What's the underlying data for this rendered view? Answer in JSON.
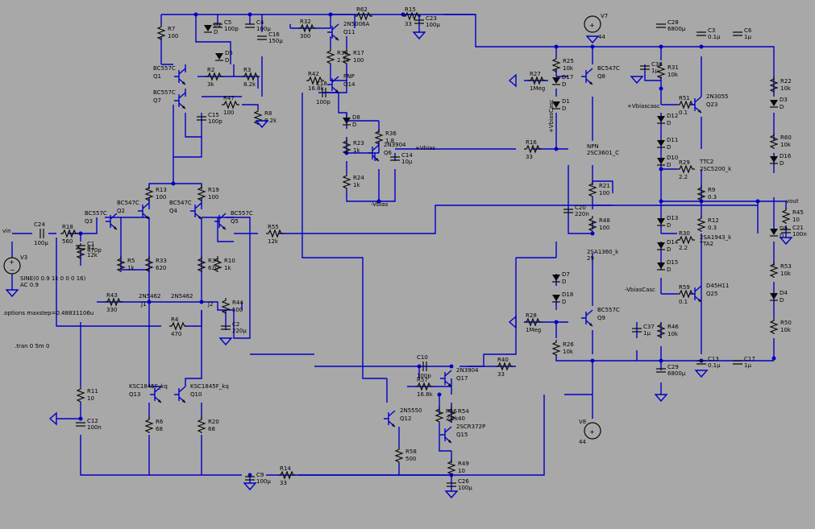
{
  "resistors": [
    {
      "ref": "R7",
      "val": "100"
    },
    {
      "ref": "R32",
      "val": "300"
    },
    {
      "ref": "R62",
      "val": ""
    },
    {
      "ref": "R15",
      "val": "33"
    },
    {
      "ref": "R38",
      "val": "2.2k"
    },
    {
      "ref": "R17",
      "val": "100"
    },
    {
      "ref": "R2",
      "val": "3k"
    },
    {
      "ref": "R3",
      "val": "8.2k"
    },
    {
      "ref": "R42",
      "val": "16.8k"
    },
    {
      "ref": "R47",
      "val": "100"
    },
    {
      "ref": "R8",
      "val": "8.2k"
    },
    {
      "ref": "R36",
      "val": "1.8"
    },
    {
      "ref": "R23",
      "val": "1k"
    },
    {
      "ref": "R24",
      "val": "1k"
    },
    {
      "ref": "R25",
      "val": "10k"
    },
    {
      "ref": "R27",
      "val": "1Meg"
    },
    {
      "ref": "R31",
      "val": "10k"
    },
    {
      "ref": "R51",
      "val": "0.1"
    },
    {
      "ref": "R22",
      "val": "10k"
    },
    {
      "ref": "R16",
      "val": "33"
    },
    {
      "ref": "R29",
      "val": "2.2"
    },
    {
      "ref": "R60",
      "val": "10k"
    },
    {
      "ref": "R9",
      "val": "0.3"
    },
    {
      "ref": "R21",
      "val": "100"
    },
    {
      "ref": "R48",
      "val": "100"
    },
    {
      "ref": "R12",
      "val": "0.3"
    },
    {
      "ref": "R45",
      "val": "10"
    },
    {
      "ref": "R30",
      "val": "2.2"
    },
    {
      "ref": "R13",
      "val": "100"
    },
    {
      "ref": "R19",
      "val": "100"
    },
    {
      "ref": "R18",
      "val": "560"
    },
    {
      "ref": "R1",
      "val": "12k"
    },
    {
      "ref": "R55",
      "val": "12k"
    },
    {
      "ref": "R5",
      "val": "1k"
    },
    {
      "ref": "R33",
      "val": "620"
    },
    {
      "ref": "R34",
      "val": "620"
    },
    {
      "ref": "R10",
      "val": "1k"
    },
    {
      "ref": "R53",
      "val": "10k"
    },
    {
      "ref": "R59",
      "val": "0.1"
    },
    {
      "ref": "R43",
      "val": "330"
    },
    {
      "ref": "R44",
      "val": "500"
    },
    {
      "ref": "R4",
      "val": "470"
    },
    {
      "ref": "R28",
      "val": "1Meg"
    },
    {
      "ref": "R46",
      "val": "10k"
    },
    {
      "ref": "R50",
      "val": "10k"
    },
    {
      "ref": "R26",
      "val": "10k"
    },
    {
      "ref": "R11",
      "val": "10"
    },
    {
      "ref": "R40",
      "val": "33"
    },
    {
      "ref": "R57",
      "val": "16.8k"
    },
    {
      "ref": "R56",
      "val": "2.2k"
    },
    {
      "ref": "R54",
      "val": "40"
    },
    {
      "ref": "R6",
      "val": "68"
    },
    {
      "ref": "R20",
      "val": "68"
    },
    {
      "ref": "R58",
      "val": "500"
    },
    {
      "ref": "R49",
      "val": "10"
    },
    {
      "ref": "R14",
      "val": "33"
    }
  ],
  "capacitors": [
    {
      "ref": "C5",
      "val": "100p"
    },
    {
      "ref": "C4",
      "val": "100µ"
    },
    {
      "ref": "C16",
      "val": "150µ"
    },
    {
      "ref": "C23",
      "val": "100µ"
    },
    {
      "ref": "C18",
      "val": "100p"
    },
    {
      "ref": "C15",
      "val": "100p"
    },
    {
      "ref": "C14",
      "val": "10µ"
    },
    {
      "ref": "C28",
      "val": "6800µ"
    },
    {
      "ref": "C3",
      "val": "0.1µ"
    },
    {
      "ref": "C6",
      "val": "1µ"
    },
    {
      "ref": "C38",
      "val": "1µ"
    },
    {
      "ref": "C20",
      "val": "220n"
    },
    {
      "ref": "C21",
      "val": "100n"
    },
    {
      "ref": "C24",
      "val": "100µ"
    },
    {
      "ref": "C1",
      "val": "470p"
    },
    {
      "ref": "C2",
      "val": "220µ"
    },
    {
      "ref": "C37",
      "val": "1µ"
    },
    {
      "ref": "C29",
      "val": "6800µ"
    },
    {
      "ref": "C13",
      "val": "0.1µ"
    },
    {
      "ref": "C17",
      "val": "1µ"
    },
    {
      "ref": "C10",
      "val": "100p"
    },
    {
      "ref": "C12",
      "val": "100n"
    },
    {
      "ref": "C9",
      "val": "100µ"
    },
    {
      "ref": "C26",
      "val": "100µ"
    }
  ],
  "transistors": [
    {
      "ref": "Q1",
      "model": "BC557C"
    },
    {
      "ref": "Q7",
      "model": "BC557C"
    },
    {
      "ref": "Q11",
      "model": "2N5006A"
    },
    {
      "ref": "Q14",
      "model": "PNP"
    },
    {
      "ref": "Q6",
      "model": "2N3904"
    },
    {
      "ref": "Q8",
      "model": "BC547C"
    },
    {
      "ref": "Q23",
      "model": "2N3055"
    },
    {
      "ref": "Q2",
      "model": "BC547C"
    },
    {
      "ref": "Q3",
      "model": "BC557C"
    },
    {
      "ref": "Q4",
      "model": "BC547C"
    },
    {
      "ref": "Q5",
      "model": "BC557C"
    },
    {
      "ref": "Q25",
      "model": "D45H11"
    },
    {
      "ref": "Q9",
      "model": "BC557C"
    },
    {
      "ref": "Q13",
      "model": "KSC1845F_kq"
    },
    {
      "ref": "Q10",
      "model": "KSC1845F_kq"
    },
    {
      "ref": "Q17",
      "model": "2N3904"
    },
    {
      "ref": "Q12",
      "model": "2N5550"
    },
    {
      "ref": "Q15",
      "model": "2SCR372P"
    }
  ],
  "labels": {
    "q_npn": "NPN",
    "q_npn_model": "2SC3601_C",
    "q_tip": "TTC2",
    "q_tip_model": "2SC5200_k",
    "q_pnp_model": "2SA1943_k",
    "q_pnp_ref": "TTA2",
    "q_drv_model": "2SA1360_k",
    "q_drv_ref": "29",
    "j1": "J1",
    "j2": "J2",
    "j_model": "2N5462",
    "vin": "vin",
    "vout": "vout",
    "vbias": "+Vbias",
    "vbias_neg": "-Vbias",
    "vbiascasc": "+Vbiascasc",
    "vbiascasc_neg": "-VbiasCasc",
    "vbiascasc_vert": "+VbiasCasc",
    "v3": "V3",
    "v3_wave": "SINE(0 0.9 1k 0 0 0 16)",
    "v3_ac": "AC 0.9",
    "v7": "V7",
    "v7_val": "44",
    "v8": "V8",
    "v8_val": "44",
    "opt": ".options maxstep=0.48831106u",
    "tran": ".tran 0 5m 0"
  },
  "diodes": [
    "D2",
    "D5",
    "D17",
    "D1",
    "D8",
    "D12",
    "D11",
    "D13",
    "D14",
    "D15",
    "D7",
    "D18",
    "D3",
    "D16",
    "D9",
    "D4",
    "D10"
  ],
  "diode_model": "D"
}
